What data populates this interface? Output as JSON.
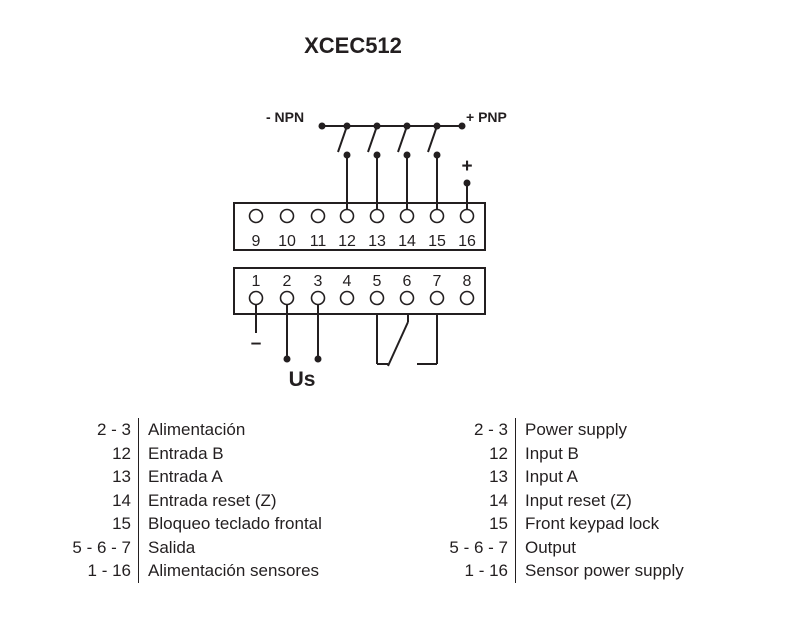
{
  "title": "XCEC512",
  "labels": {
    "npn": "- NPN",
    "pnp": "+ PNP",
    "plus": "+",
    "minus": "–",
    "us": "Us"
  },
  "terminals_top": [
    "9",
    "10",
    "11",
    "12",
    "13",
    "14",
    "15",
    "16"
  ],
  "terminals_bottom": [
    "1",
    "2",
    "3",
    "4",
    "5",
    "6",
    "7",
    "8"
  ],
  "legend_es": [
    {
      "key": "2 - 3",
      "text": "Alimentación"
    },
    {
      "key": "12",
      "text": "Entrada B"
    },
    {
      "key": "13",
      "text": "Entrada A"
    },
    {
      "key": "14",
      "text": "Entrada reset (Z)"
    },
    {
      "key": "15",
      "text": "Bloqueo teclado frontal"
    },
    {
      "key": "5 - 6 - 7",
      "text": "Salida"
    },
    {
      "key": "1 - 16",
      "text": "Alimentación sensores"
    }
  ],
  "legend_en": [
    {
      "key": "2 - 3",
      "text": "Power supply"
    },
    {
      "key": "12",
      "text": "Input B"
    },
    {
      "key": "13",
      "text": "Input A"
    },
    {
      "key": "14",
      "text": "Input reset (Z)"
    },
    {
      "key": "15",
      "text": "Front keypad lock"
    },
    {
      "key": "5 - 6 - 7",
      "text": "Output"
    },
    {
      "key": "1 - 16",
      "text": "Sensor power supply"
    }
  ]
}
